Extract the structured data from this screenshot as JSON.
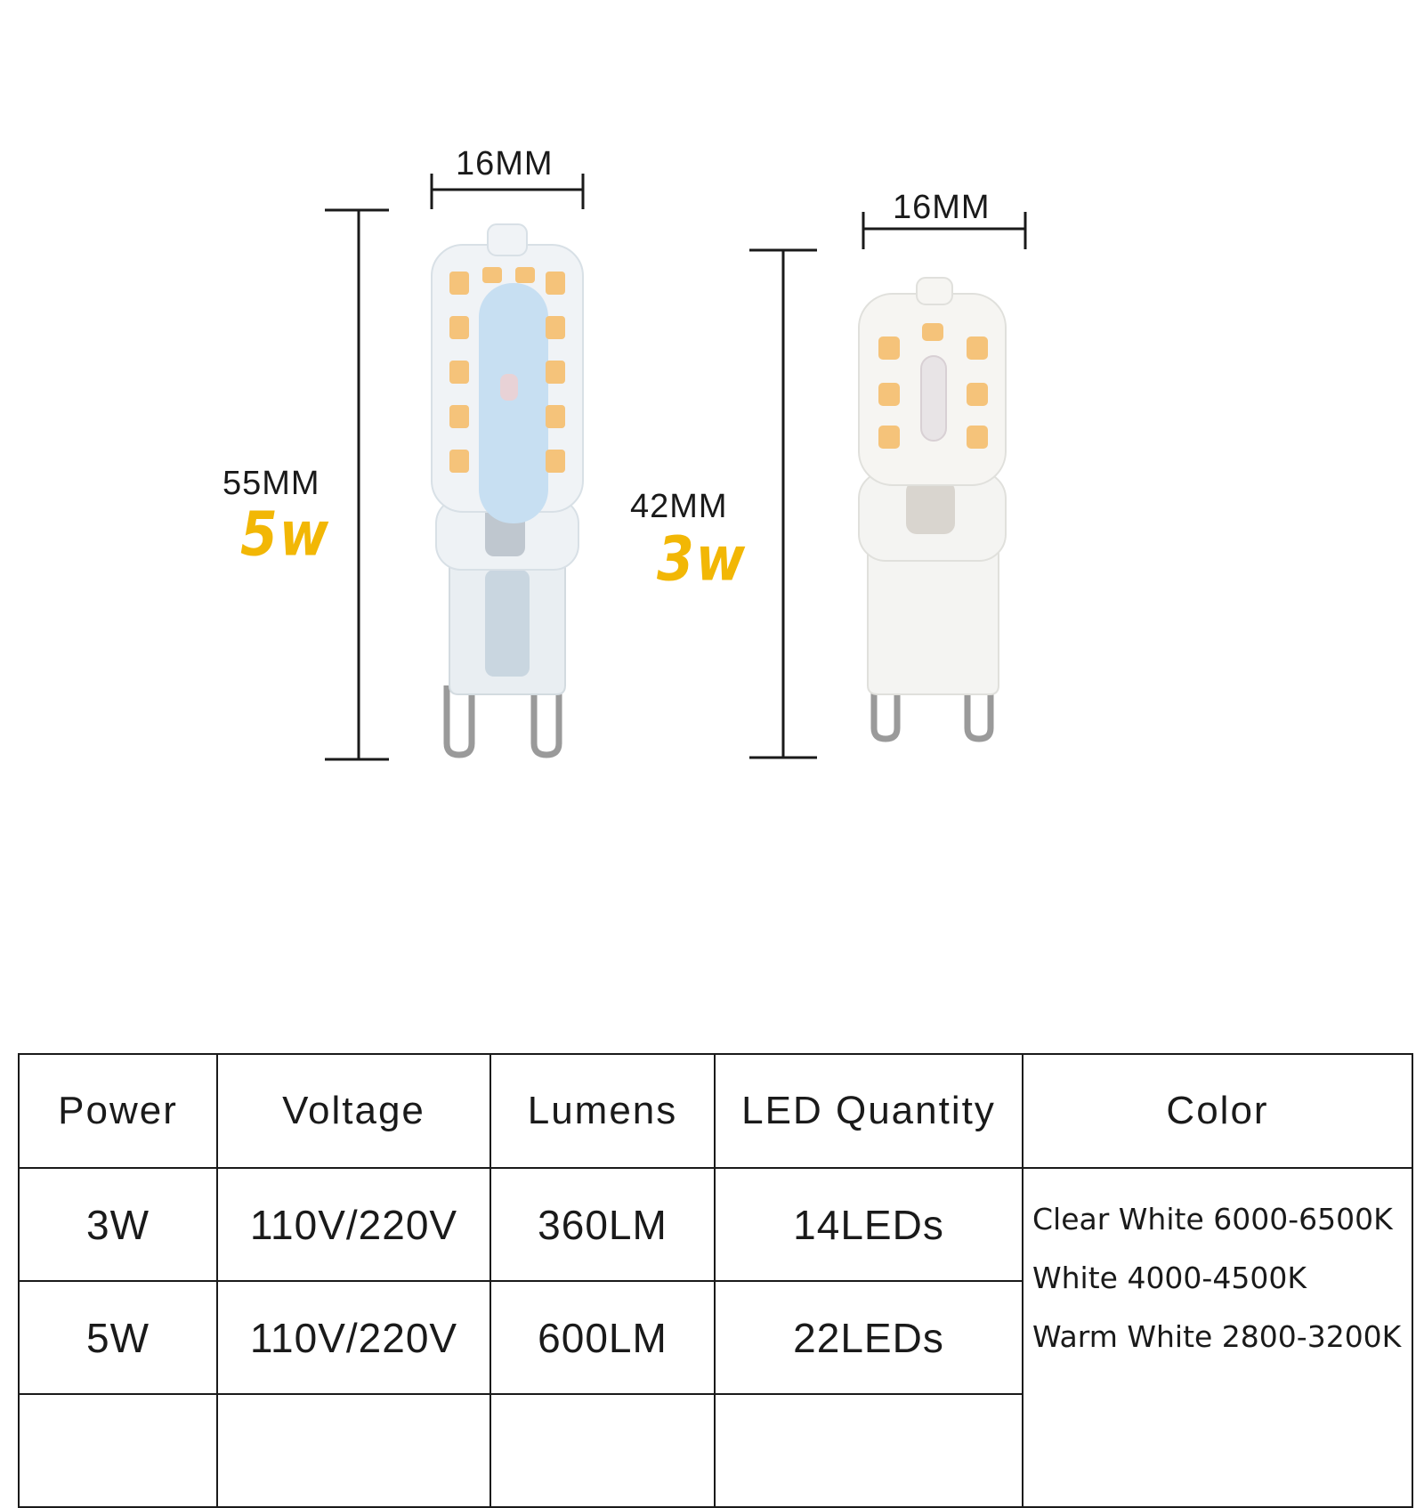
{
  "bulb_5w": {
    "width_label": "16MM",
    "height_label": "55MM",
    "power_label": "5w"
  },
  "bulb_3w": {
    "width_label": "16MM",
    "height_label": "42MM",
    "power_label": "3w"
  },
  "table": {
    "headers": [
      "Power",
      "Voltage",
      "Lumens",
      "LED Quantity",
      "Color"
    ],
    "rows": [
      [
        "3W",
        "110V/220V",
        "360LM",
        "14LEDs"
      ],
      [
        "5W",
        "110V/220V",
        "600LM",
        "22LEDs"
      ]
    ],
    "color_options": [
      "Clear White 6000-6500K",
      "White 4000-4500K",
      "Warm White 2800-3200K"
    ]
  },
  "colors": {
    "accent": "#f2b705",
    "led_warm": "#f5c37a",
    "led_cool": "#eef0f2"
  }
}
